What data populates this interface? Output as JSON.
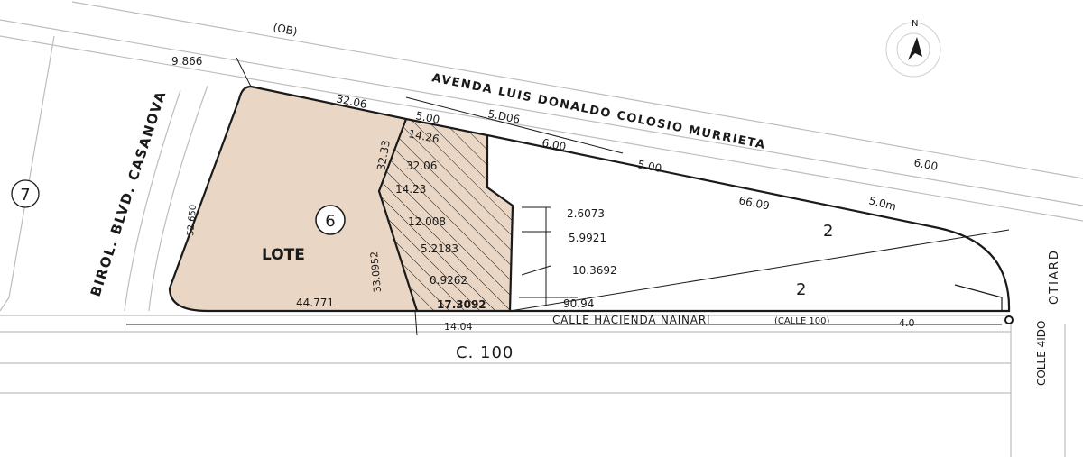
{
  "plan": {
    "streets": {
      "avenida": "AVENDA LUIS DONALDO COLOSIO MURRIETA",
      "avenida_tag": "(OB)",
      "boulevard": "BIROL. BLVD. CASANOVA",
      "calle_hacienda": "CALLE HACIENDA NAINARI",
      "calle_hacienda_tag": "(CALLE 100)",
      "c100": "C. 100",
      "calle_right": "COLLE 4IDO",
      "corner_right": "OTIARD"
    },
    "lots": {
      "lot7": "7",
      "lot6": "6",
      "lot6_label": "LOTE",
      "lot2_upper": "2",
      "lot2_lower": "2"
    },
    "dimensions": {
      "d_9866": "9.866",
      "d_3206_top": "32.06",
      "d_500_a": "5.00",
      "d_5006": "5.D06",
      "d_1426": "14.26",
      "d_600": "6.00",
      "d_500_b": "5.00",
      "d_600_right": "6.00",
      "d_3233": "32.33",
      "d_3206_mid": "32.06",
      "d_1423": "14.23",
      "d_12008": "12.008",
      "d_52183": "5.2183",
      "d_09262": "0.9262",
      "d_173092": "17.3092",
      "d_26073": "2.6073",
      "d_59921": "5.9921",
      "d_103692": "10.3692",
      "d_9094": "90.94",
      "d_6609": "66.09",
      "d_50m": "5.0m",
      "d_52650": "52.650",
      "d_33052": "33.0952",
      "d_44771": "44.771",
      "d_1404": "14,04",
      "d_40": "4.0"
    },
    "compass_label": "N",
    "colors": {
      "lot6_fill": "#e9d6c4",
      "line": "#1a1a1a",
      "street_line": "#b5b5b5"
    }
  }
}
